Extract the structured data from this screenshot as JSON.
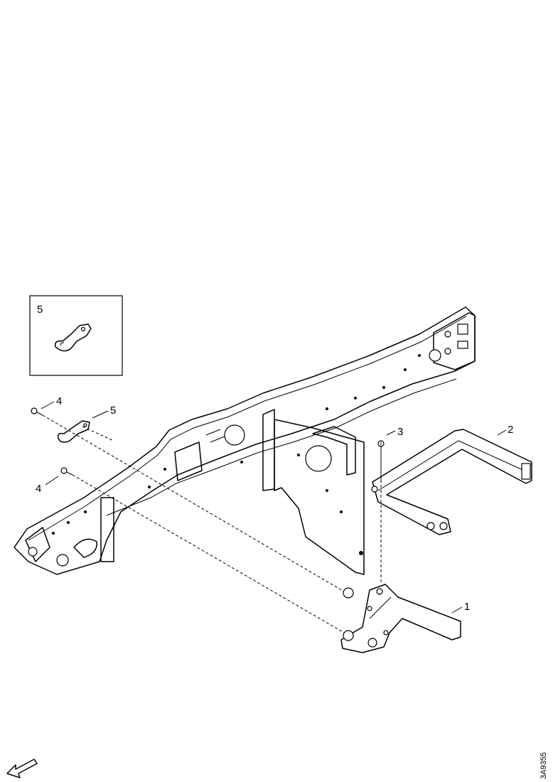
{
  "diagram": {
    "inset": {
      "label": "5"
    },
    "callouts": [
      {
        "id": "1",
        "text": "1"
      },
      {
        "id": "2",
        "text": "2"
      },
      {
        "id": "3",
        "text": "3"
      },
      {
        "id": "4a",
        "text": "4"
      },
      {
        "id": "4b",
        "text": "4"
      },
      {
        "id": "5",
        "text": "5"
      }
    ],
    "reference_code": "3A9355",
    "parts": {
      "main_frame": "frame-assembly",
      "bracket_1": "front-lower-bracket",
      "bracket_2": "rear-cross-bracket",
      "bolt_3": "bolt",
      "bolts_4": "bolt",
      "clip_5": "clip"
    }
  }
}
